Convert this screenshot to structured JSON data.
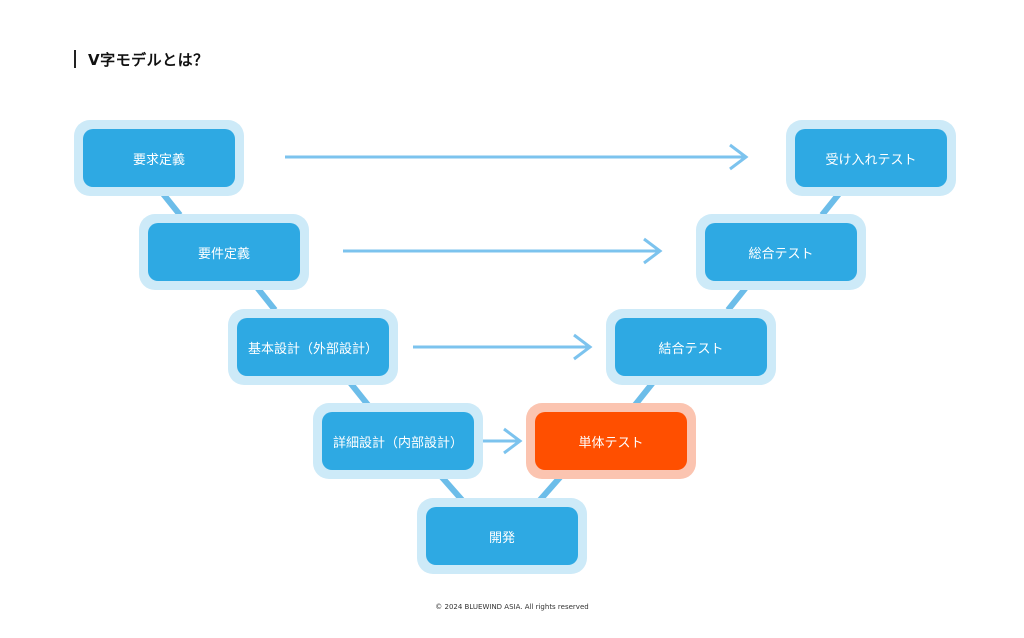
{
  "title": "V字モデルとは？",
  "left_nodes": [
    {
      "label": "要求定義"
    },
    {
      "label": "要件定義"
    },
    {
      "label": "基本設計（外部設計）"
    },
    {
      "label": "詳細設計（内部設計）"
    }
  ],
  "bottom_node": {
    "label": "開発"
  },
  "right_nodes": [
    {
      "label": "受け入れテスト"
    },
    {
      "label": "総合テスト"
    },
    {
      "label": "結合テスト"
    },
    {
      "label": "単体テスト",
      "highlighted": true
    }
  ],
  "footer": "© 2024 BLUEWIND ASIA. All rights reserved",
  "colors": {
    "node_fill": "#2ea9e3",
    "node_halo": "#cdeaf8",
    "highlight_fill": "#ff4f00",
    "highlight_halo": "#fbc4b0",
    "connector": "#6cbde9",
    "arrow": "#7cc3ee"
  }
}
